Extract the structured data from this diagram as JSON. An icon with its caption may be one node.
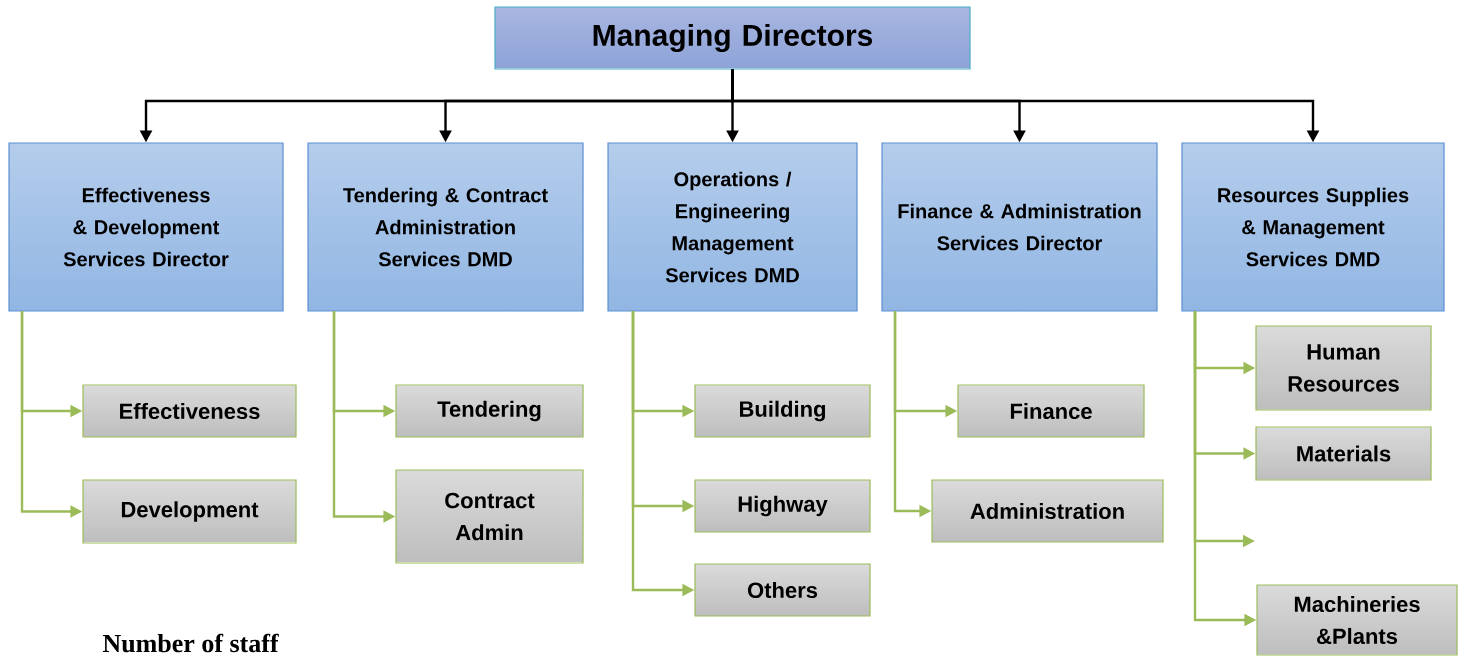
{
  "diagram": {
    "nodes": [
      {
        "text": [
          "Managing Directors"
        ]
      },
      {
        "text": [
          "Effectiveness & Development Services Director"
        ]
      },
      {
        "text": [
          "Tendering & Contract Administration Services DMD"
        ]
      },
      {
        "text": [
          "Operations / Engineering Management Services DMD"
        ]
      },
      {
        "text": [
          "Finance & Administration Services Director"
        ]
      },
      {
        "text": [
          "Resources Supplies & Management Services DMD"
        ]
      },
      {
        "text": [
          "Effectiveness"
        ]
      },
      {
        "text": [
          "Development"
        ]
      },
      {
        "text": [
          "Tendering"
        ]
      },
      {
        "text": [
          "Contract Admin"
        ]
      },
      {
        "text": [
          "Building"
        ]
      },
      {
        "text": [
          "Highway"
        ]
      },
      {
        "text": [
          "Others"
        ]
      },
      {
        "text": [
          "Finance"
        ]
      },
      {
        "text": [
          "Administration"
        ]
      },
      {
        "text": [
          "Human Resources"
        ]
      },
      {
        "text": [
          "Materials"
        ]
      },
      {
        "text": [
          "Machineries &Plants"
        ]
      }
    ],
    "edges": [
      {
        "from": 0,
        "to": 1,
        "arrow": "to",
        "color": "#000000"
      },
      {
        "from": 0,
        "to": 2,
        "arrow": "to",
        "color": "#000000"
      },
      {
        "from": 0,
        "to": 3,
        "arrow": "to",
        "color": "#000000"
      },
      {
        "from": 0,
        "to": 4,
        "arrow": "to",
        "color": "#000000"
      },
      {
        "from": 0,
        "to": 5,
        "arrow": "to",
        "color": "#000000"
      },
      {
        "from": 1,
        "to": 6,
        "arrow": "to"
      },
      {
        "from": 1,
        "to": 7,
        "arrow": "to"
      },
      {
        "from": 2,
        "to": 8,
        "arrow": "to"
      },
      {
        "from": 2,
        "to": 9,
        "arrow": "to"
      },
      {
        "from": 3,
        "to": 10,
        "arrow": "to"
      },
      {
        "from": 3,
        "to": 11,
        "arrow": "to"
      },
      {
        "from": 3,
        "to": 12,
        "arrow": "to"
      },
      {
        "from": 4,
        "to": 13,
        "arrow": "to"
      },
      {
        "from": 4,
        "to": 14,
        "arrow": "to"
      },
      {
        "from": 5,
        "to": 15,
        "arrow": "to"
      },
      {
        "from": 5,
        "to": 16,
        "arrow": "to"
      },
      {
        "from": 5,
        "to": null,
        "arrow": "to"
      },
      {
        "from": 5,
        "to": 17,
        "arrow": "to"
      }
    ],
    "labels": [
      "Number of staff"
    ]
  }
}
